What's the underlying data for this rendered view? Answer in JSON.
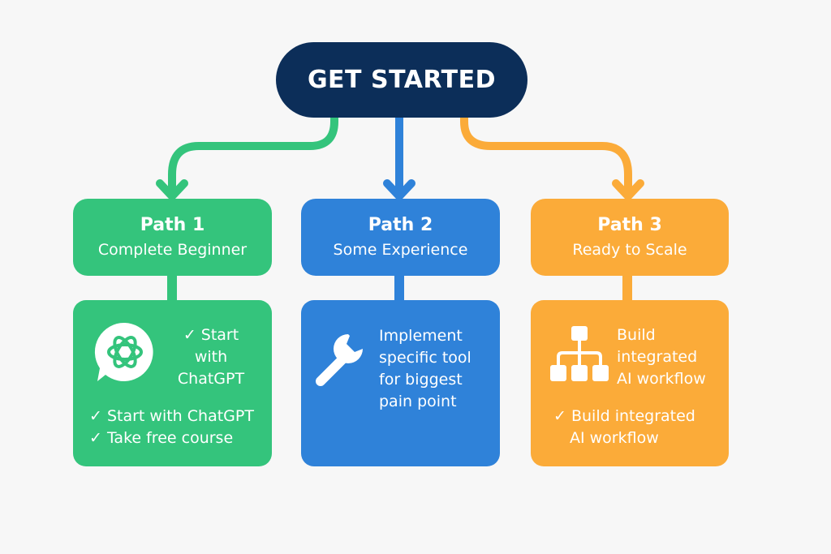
{
  "header": {
    "title": "GET STARTED"
  },
  "colors": {
    "dark": "#0c2e59",
    "green": "#34c47c",
    "blue": "#2f82d9",
    "orange": "#fbab39"
  },
  "paths": [
    {
      "title": "Path 1",
      "subtitle": "Complete Beginner",
      "icon": "chatgpt-logo-icon",
      "icon_text": [
        "✓ Start",
        "with",
        "ChatGPT"
      ],
      "items": [
        "✓ Start with ChatGPT",
        "✓ Take free course"
      ]
    },
    {
      "title": "Path 2",
      "subtitle": "Some Experience",
      "icon": "wrench-icon",
      "icon_text": [
        "Implement",
        "specific tool",
        "for biggest",
        "pain point"
      ],
      "items": []
    },
    {
      "title": "Path 3",
      "subtitle": "Ready to Scale",
      "icon": "workflow-hierarchy-icon",
      "icon_text": [
        "Build",
        "integrated",
        "AI workflow"
      ],
      "items": [
        "✓ Build integrated",
        "AI workflow"
      ]
    }
  ]
}
